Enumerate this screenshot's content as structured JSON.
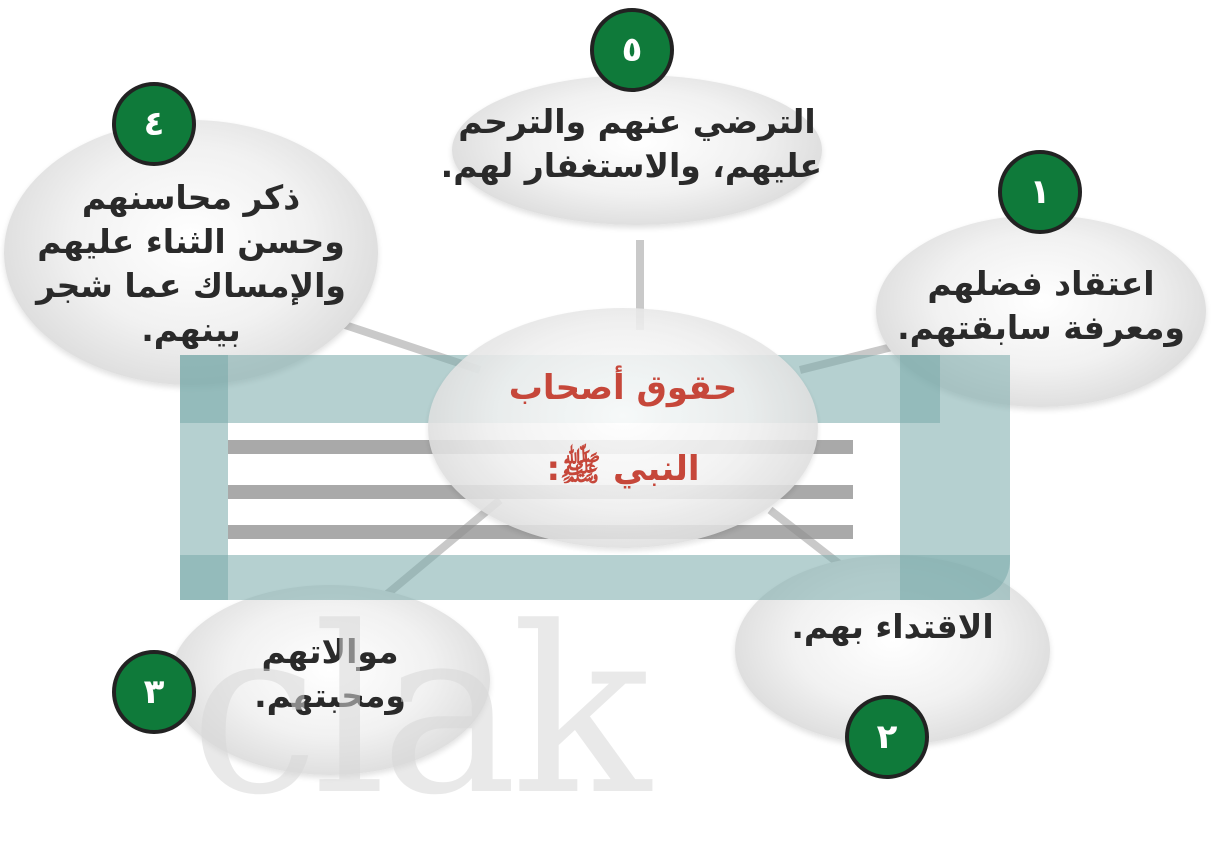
{
  "center": {
    "line1": "حقوق أصحاب",
    "line2": "النبي ﷺ:"
  },
  "nodes": [
    {
      "number": "١",
      "lines": [
        "اعتقاد فضلهم",
        "ومعرفة سابقتهم."
      ]
    },
    {
      "number": "٢",
      "lines": [
        "الاقتداء بهم."
      ]
    },
    {
      "number": "٣",
      "lines": [
        "موالاتهم",
        "ومحبتهم."
      ]
    },
    {
      "number": "٤",
      "lines": [
        "ذكر محاسنهم",
        "وحسن الثناء عليهم",
        "والإمساك عما شجر",
        "بينهم."
      ]
    },
    {
      "number": "٥",
      "lines": [
        "الترضي عنهم والترحم",
        "عليهم، والاستغفار لهم."
      ]
    }
  ],
  "watermark": {
    "text": "clak",
    "color": "#78aaaa"
  }
}
